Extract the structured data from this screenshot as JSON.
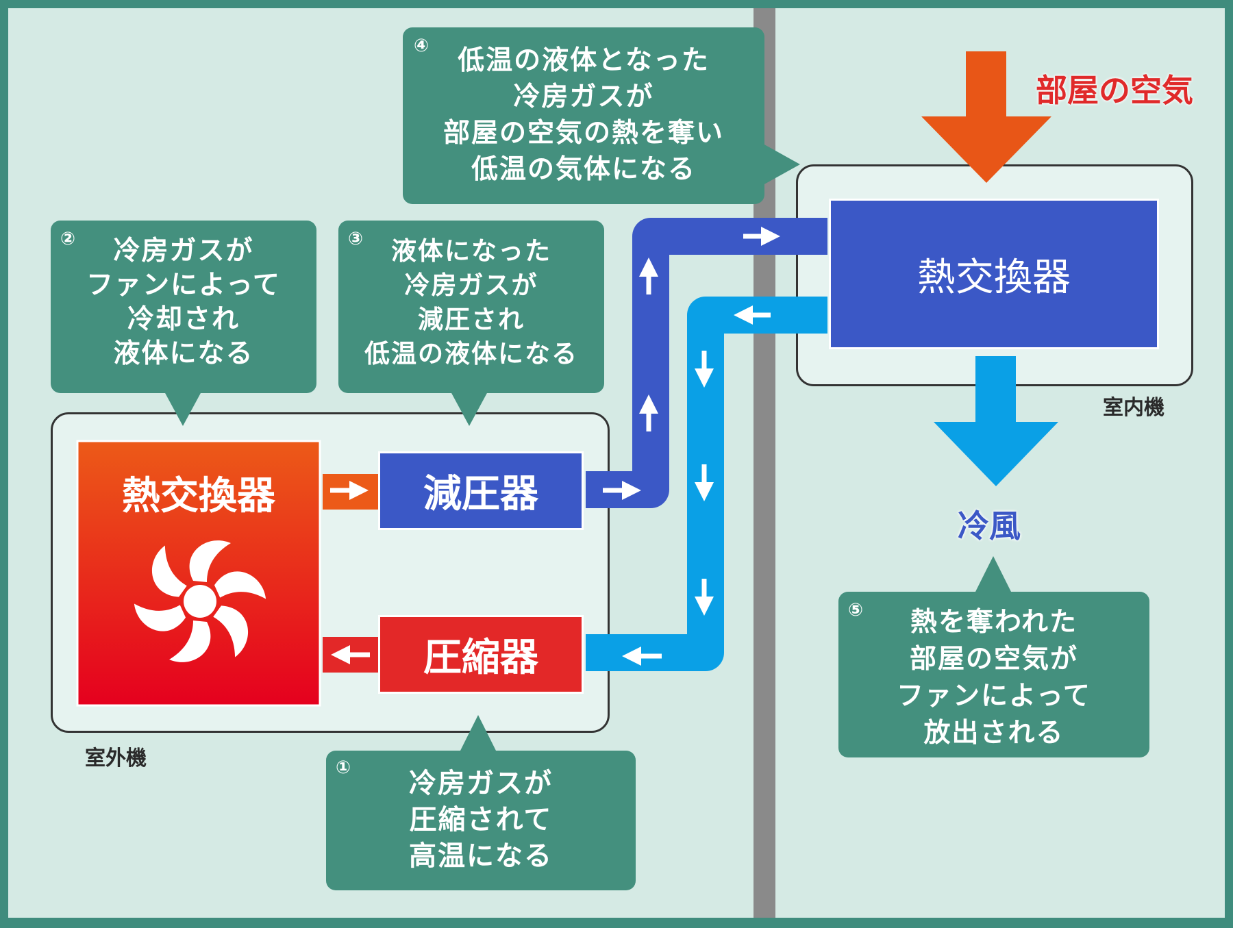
{
  "colors": {
    "border": "#3f8c7d",
    "outdoor_bg": "#d5eae4",
    "indoor_bg": "#d5eae4",
    "wall": "#8a8a8a",
    "callout": "#44907e",
    "outdoor_hx_top": "#ec5a18",
    "outdoor_hx_bottom": "#e5001e",
    "expansion_valve": "#3b58c6",
    "compressor": "#e32828",
    "indoor_hx": "#3b58c6",
    "dark_pipe": "#3b58c6",
    "light_pipe": "#0aa0e6",
    "room_air_arrow": "#e85617",
    "cool_air_arrow": "#0aa0e6",
    "room_air_label": "#e02a2a",
    "cool_air_label": "#3b58c6"
  },
  "outdoor_unit": {
    "label": "室外機",
    "heat_exchanger": "熱交換器",
    "expansion_valve": "減圧器",
    "compressor": "圧縮器",
    "fan_icon": "fan-icon"
  },
  "indoor_unit": {
    "label": "室内機",
    "heat_exchanger": "熱交換器",
    "room_air_label": "部屋の空気",
    "cool_air_label": "冷風"
  },
  "callouts": [
    {
      "num": "①",
      "text": "冷房ガスが\n圧縮されて\n高温になる"
    },
    {
      "num": "②",
      "text": "冷房ガスが\nファンによって\n冷却され\n液体になる"
    },
    {
      "num": "③",
      "text": "液体になった\n冷房ガスが\n減圧され\n低温の液体になる"
    },
    {
      "num": "④",
      "text": "低温の液体となった\n冷房ガスが\n部屋の空気の熱を奪い\n低温の気体になる"
    },
    {
      "num": "⑤",
      "text": "熱を奪われた\n部屋の空気が\nファンによって\n放出される"
    }
  ]
}
